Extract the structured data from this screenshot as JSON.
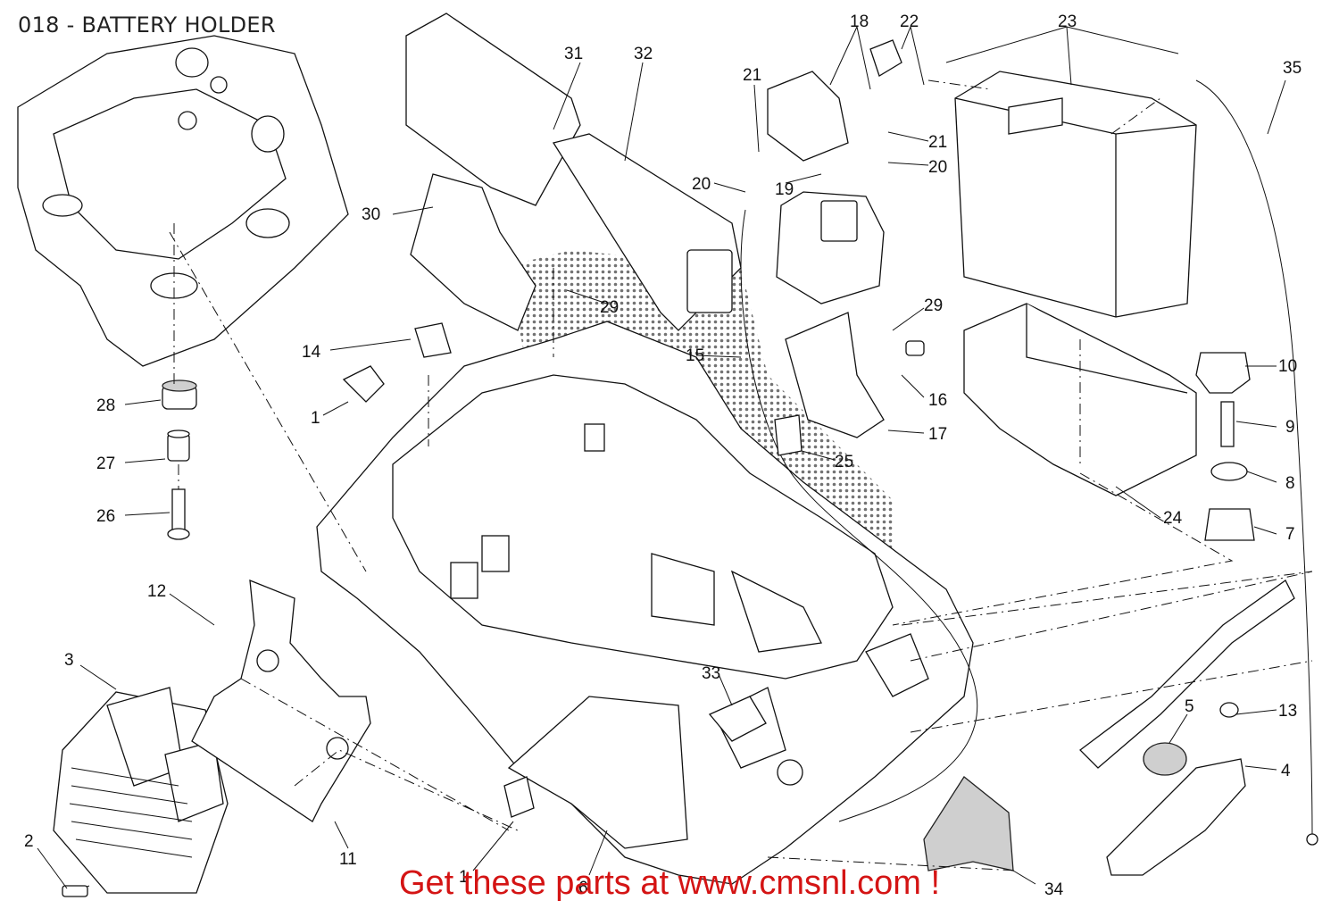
{
  "title": "018 - BATTERY HOLDER",
  "footer": {
    "banner": "Get these parts at www.cmsnl.com !",
    "color": "#d41414"
  },
  "callouts": {
    "p1a": "1",
    "p1b": "1",
    "p2": "2",
    "p3": "3",
    "p4": "4",
    "p5": "5",
    "p6": "6",
    "p7": "7",
    "p8": "8",
    "p9": "9",
    "p10": "10",
    "p11": "11",
    "p12": "12",
    "p13": "13",
    "p14": "14",
    "p15": "15",
    "p16": "16",
    "p17": "17",
    "p18": "18",
    "p19": "19",
    "p20a": "20",
    "p20b": "20",
    "p21a": "21",
    "p21b": "21",
    "p22": "22",
    "p23": "23",
    "p24": "24",
    "p25": "25",
    "p26": "26",
    "p27": "27",
    "p28": "28",
    "p29a": "29",
    "p29b": "29",
    "p30": "30",
    "p31": "31",
    "p32": "32",
    "p33": "33",
    "p34": "34",
    "p35": "35"
  }
}
